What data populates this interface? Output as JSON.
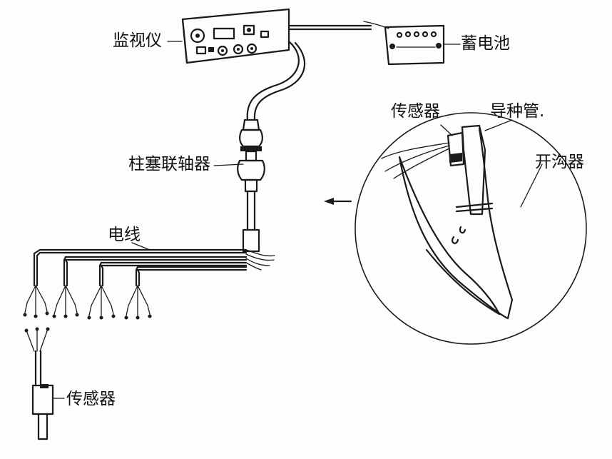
{
  "labels": {
    "monitor": "监视仪",
    "battery": "蓄电池",
    "plug_coupler": "柱塞联轴器",
    "wires": "电线",
    "sensor_bottom": "传感器",
    "sensor_detail": "传感器",
    "seed_tube": "导种管.",
    "furrow_opener": "开沟器"
  },
  "colors": {
    "ink": "#1a1a1a",
    "paper": "#fdfdfb"
  }
}
